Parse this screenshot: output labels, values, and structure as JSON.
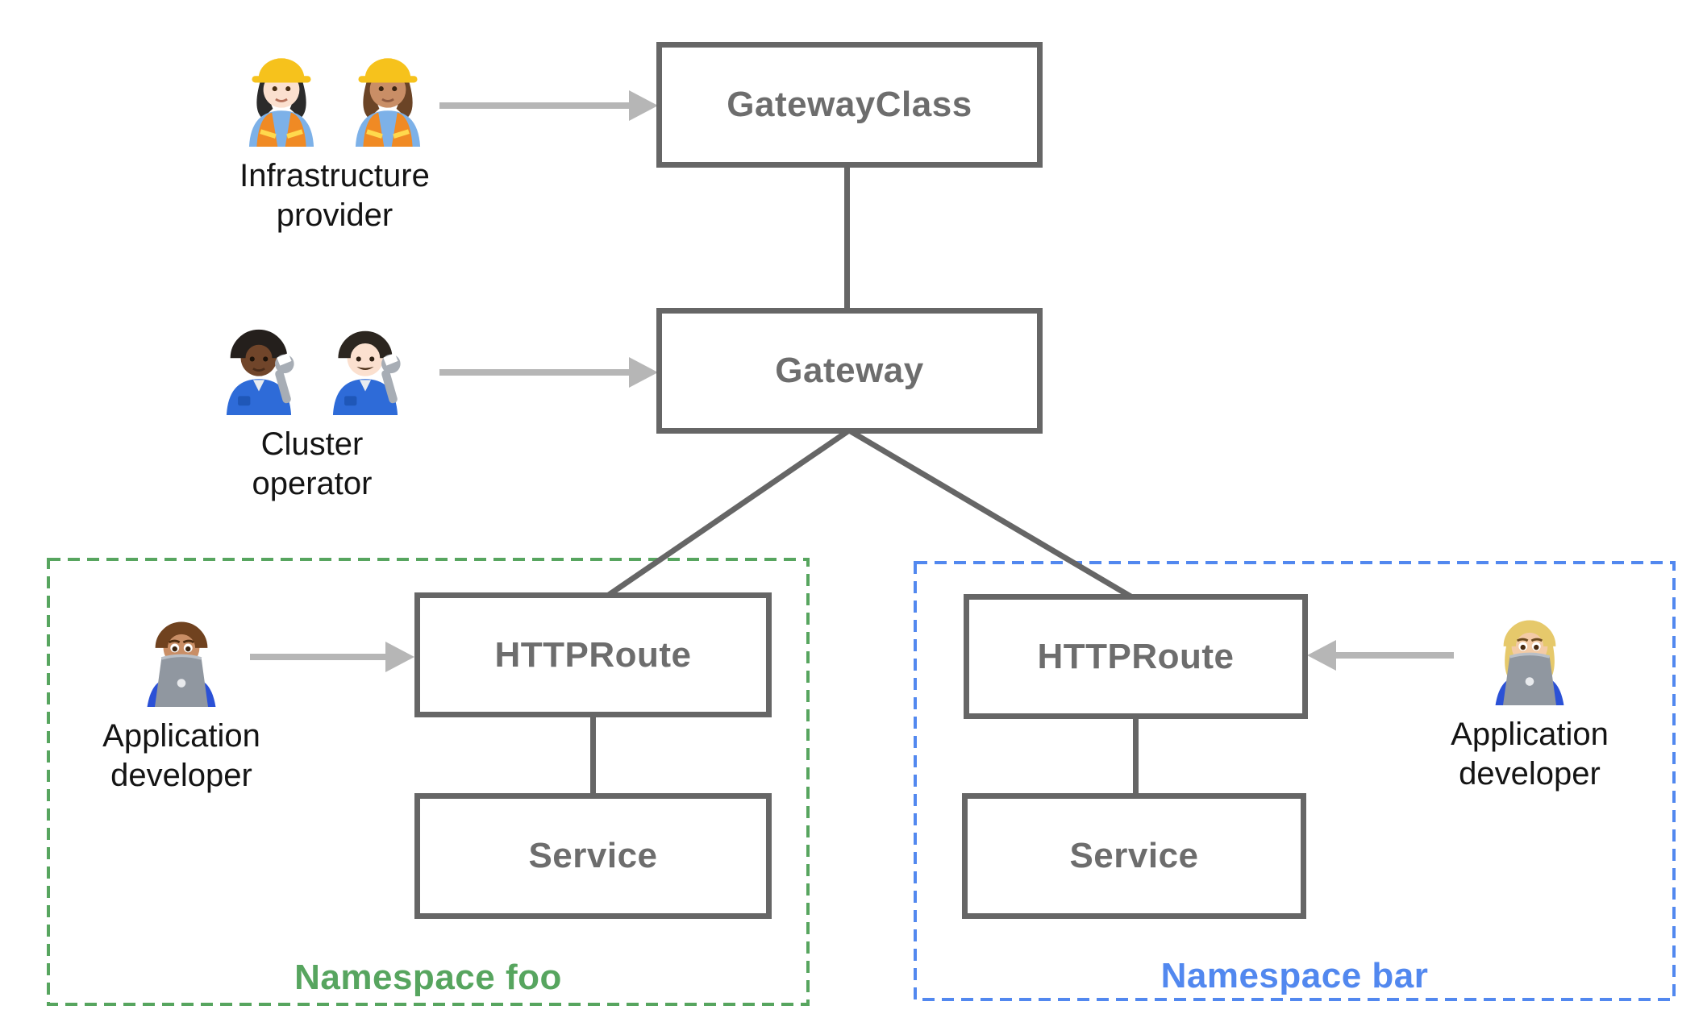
{
  "title": "Gateway API resource model diagram",
  "nodes": {
    "gateway_class": {
      "label": "GatewayClass"
    },
    "gateway": {
      "label": "Gateway"
    },
    "httproute_foo": {
      "label": "HTTPRoute"
    },
    "service_foo": {
      "label": "Service"
    },
    "httproute_bar": {
      "label": "HTTPRoute"
    },
    "service_bar": {
      "label": "Service"
    }
  },
  "namespaces": {
    "foo": {
      "label": "Namespace foo",
      "color": "#57a55f",
      "border_style": "dashed"
    },
    "bar": {
      "label": "Namespace bar",
      "color": "#5288ef",
      "border_style": "dashed"
    }
  },
  "personas": {
    "infrastructure_provider": {
      "line1": "Infrastructure",
      "line2": "provider",
      "icons": [
        "woman-construction-worker-light-icon",
        "woman-construction-worker-medium-icon"
      ],
      "points_to": "GatewayClass"
    },
    "cluster_operator": {
      "line1": "Cluster",
      "line2": "operator",
      "icons": [
        "person-mechanic-dark-icon",
        "man-mechanic-light-icon"
      ],
      "points_to": "Gateway"
    },
    "app_developer_foo": {
      "line1": "Application",
      "line2": "developer",
      "icons": [
        "man-technologist-icon"
      ],
      "points_to": "HTTPRoute (Namespace foo)"
    },
    "app_developer_bar": {
      "line1": "Application",
      "line2": "developer",
      "icons": [
        "woman-technologist-icon"
      ],
      "points_to": "HTTPRoute (Namespace bar)"
    }
  },
  "edges": [
    {
      "from": "GatewayClass",
      "to": "Gateway",
      "type": "line"
    },
    {
      "from": "Gateway",
      "to": "HTTPRoute (foo)",
      "type": "line"
    },
    {
      "from": "Gateway",
      "to": "HTTPRoute (bar)",
      "type": "line"
    },
    {
      "from": "HTTPRoute (foo)",
      "to": "Service (foo)",
      "type": "line"
    },
    {
      "from": "HTTPRoute (bar)",
      "to": "Service (bar)",
      "type": "line"
    }
  ],
  "colors": {
    "box_border": "#666666",
    "box_text": "#6d6d6d",
    "connector": "#666666",
    "arrow": "#b6b6b6",
    "namespace_foo_green": "#57a55f",
    "namespace_bar_blue": "#5288ef",
    "persona_text": "#141414",
    "background": "#ffffff"
  }
}
